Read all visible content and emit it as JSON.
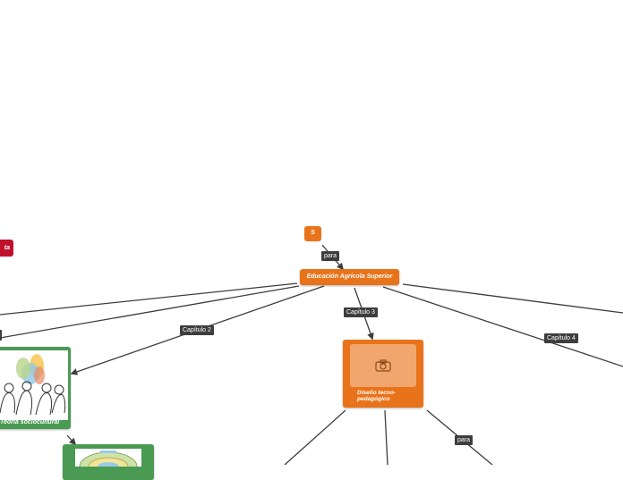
{
  "nodes": {
    "s_node": {
      "text": "S",
      "color": "#e8731a"
    },
    "central": {
      "text": "Educación Agrícola Superior",
      "color": "#e8731a"
    },
    "red_node": {
      "text": "ta",
      "color": "#c0112d"
    },
    "diseno": {
      "text": "Diseño tecno-pedagógico",
      "color": "#e8731a",
      "icon": "camera-icon"
    },
    "teoria": {
      "text": "Teoría sociocultural",
      "color": "#4a9a53"
    },
    "green_bottom": {
      "color": "#4a9a53"
    }
  },
  "edge_labels": {
    "para_top": "para",
    "capitulo2": "Capítulo 2",
    "capitulo3": "Capítulo 3",
    "capitulo4": "Capítulo 4",
    "para_bottom": "para"
  }
}
